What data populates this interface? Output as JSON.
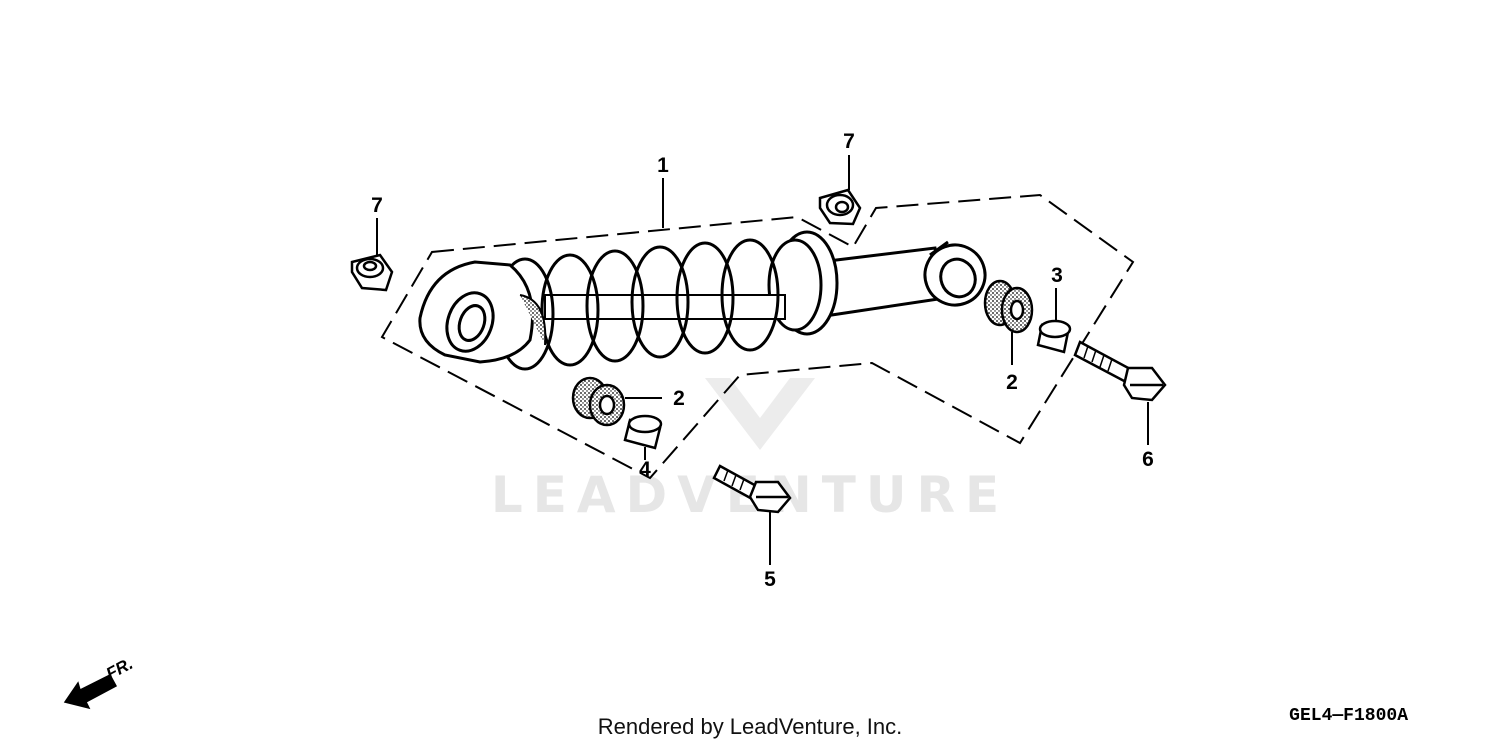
{
  "diagram": {
    "callouts": {
      "shock": "1",
      "bushing_left": "2",
      "bushing_right": "2",
      "collar_right": "3",
      "collar_left": "4",
      "bolt_lower": "5",
      "bolt_right": "6",
      "nut_left": "7",
      "nut_top": "7"
    },
    "front_indicator": "FR.",
    "watermark": "LEADVENTURE",
    "diagram_code": "GEL4—F1800A"
  },
  "footer": {
    "credit": "Rendered by LeadVenture, Inc."
  }
}
